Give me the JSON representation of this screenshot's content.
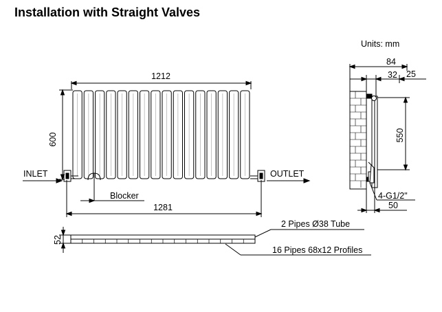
{
  "title": "Installation with Straight Valves",
  "units": "Units: mm",
  "front_view": {
    "width_dim": "1212",
    "height_dim": "600",
    "inlet_label": "INLET",
    "outlet_label": "OUTLET",
    "blocker_label": "Blocker",
    "overall_width_dim": "1281"
  },
  "top_view": {
    "depth_dim": "52",
    "tube_label": "2 Pipes Ø38 Tube",
    "profiles_label": "16 Pipes 68x12 Profiles"
  },
  "side_view": {
    "dim_84": "84",
    "dim_32": "32",
    "dim_25": "25",
    "dim_550": "550",
    "thread_label": "4-G1/2\"",
    "dim_50": "50"
  }
}
